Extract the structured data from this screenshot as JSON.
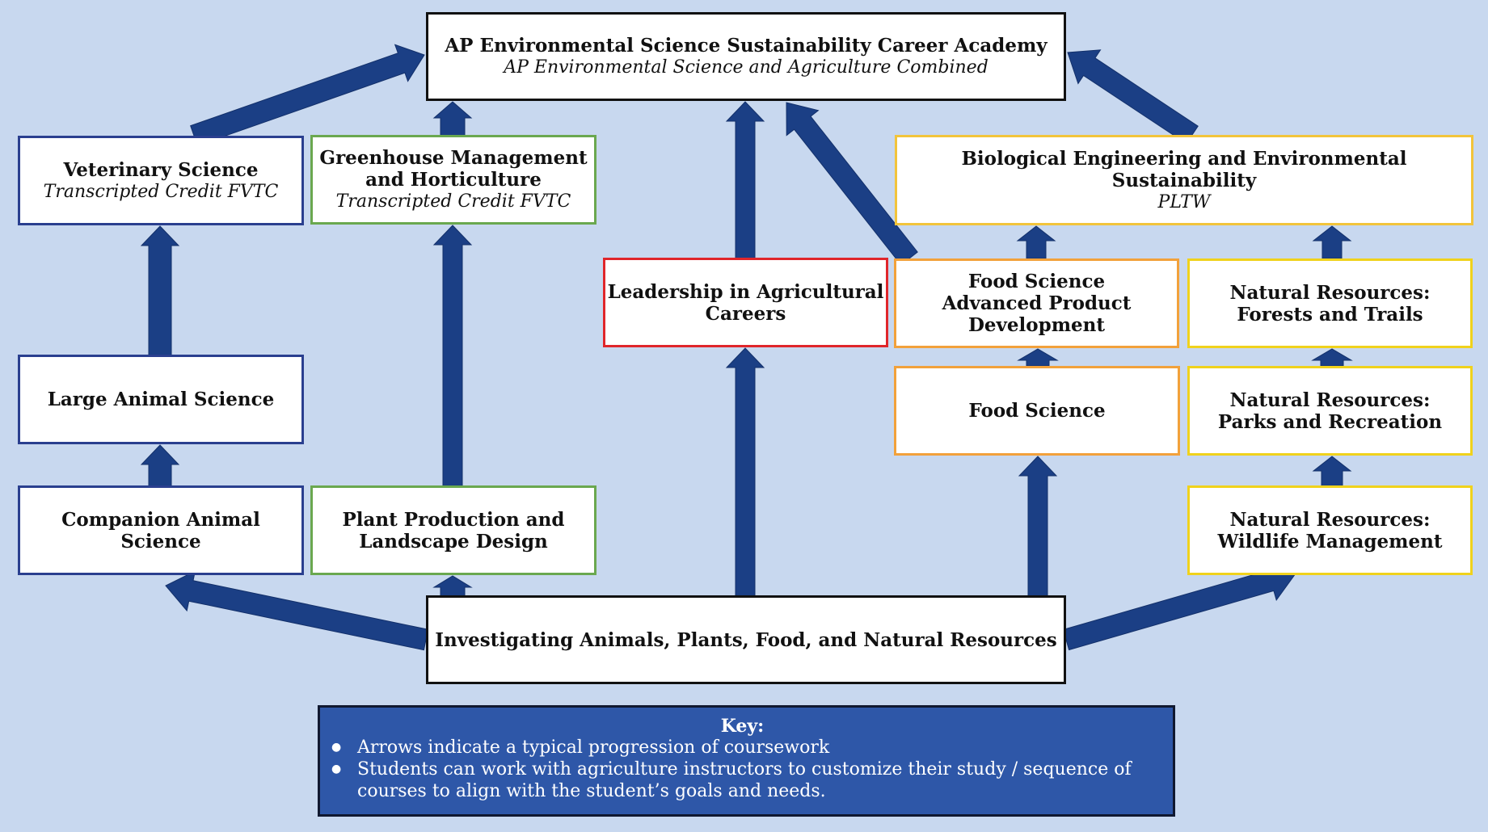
{
  "colors": {
    "background": "#c8d8ef",
    "arrow": "#1b3f85",
    "key_fill": "#2e57a8"
  },
  "boxes": {
    "ap_academy": {
      "title": "AP Environmental Science Sustainability Career Academy",
      "subtitle": "AP Environmental Science and Agriculture Combined"
    },
    "veterinary": {
      "title": "Veterinary Science",
      "subtitle": "Transcripted Credit FVTC"
    },
    "greenhouse": {
      "title": "Greenhouse Management\nand Horticulture",
      "subtitle": "Transcripted Credit FVTC"
    },
    "biological_engineering": {
      "title": "Biological Engineering and Environmental Sustainability",
      "subtitle": "PLTW"
    },
    "leadership": {
      "title": "Leadership in Agricultural\nCareers"
    },
    "food_science_advanced": {
      "title": "Food Science\nAdvanced Product\nDevelopment"
    },
    "forests_trails": {
      "title": "Natural Resources:\nForests and Trails"
    },
    "large_animal": {
      "title": "Large Animal Science"
    },
    "food_science": {
      "title": "Food Science"
    },
    "parks_recreation": {
      "title": "Natural Resources:\nParks  and Recreation"
    },
    "companion_animal": {
      "title": "Companion Animal Science"
    },
    "plant_production": {
      "title": "Plant Production  and\nLandscape Design"
    },
    "wildlife": {
      "title": "Natural Resources:\nWildlife Management"
    },
    "investigating": {
      "title": "Investigating Animals, Plants, Food, and Natural Resources"
    }
  },
  "key": {
    "title": "Key:",
    "items": [
      "Arrows indicate a typical progression of coursework",
      "Students can work with agriculture instructors to customize their study / sequence of courses to align with the student’s goals and needs."
    ]
  }
}
